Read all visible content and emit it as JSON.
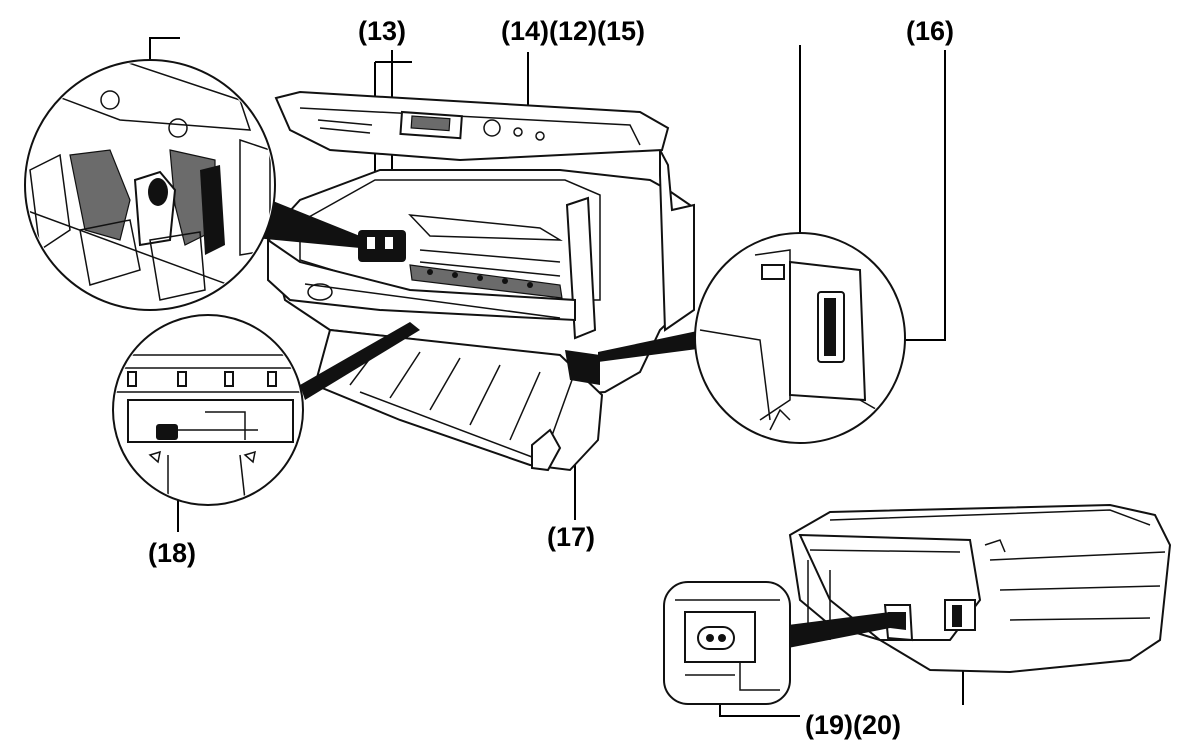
{
  "callouts": {
    "c13": "(13)",
    "c14_12_15": "(14)(12)(15)",
    "c16": "(16)",
    "c17": "(17)",
    "c18": "(18)",
    "c19_20": "(19)(20)"
  }
}
